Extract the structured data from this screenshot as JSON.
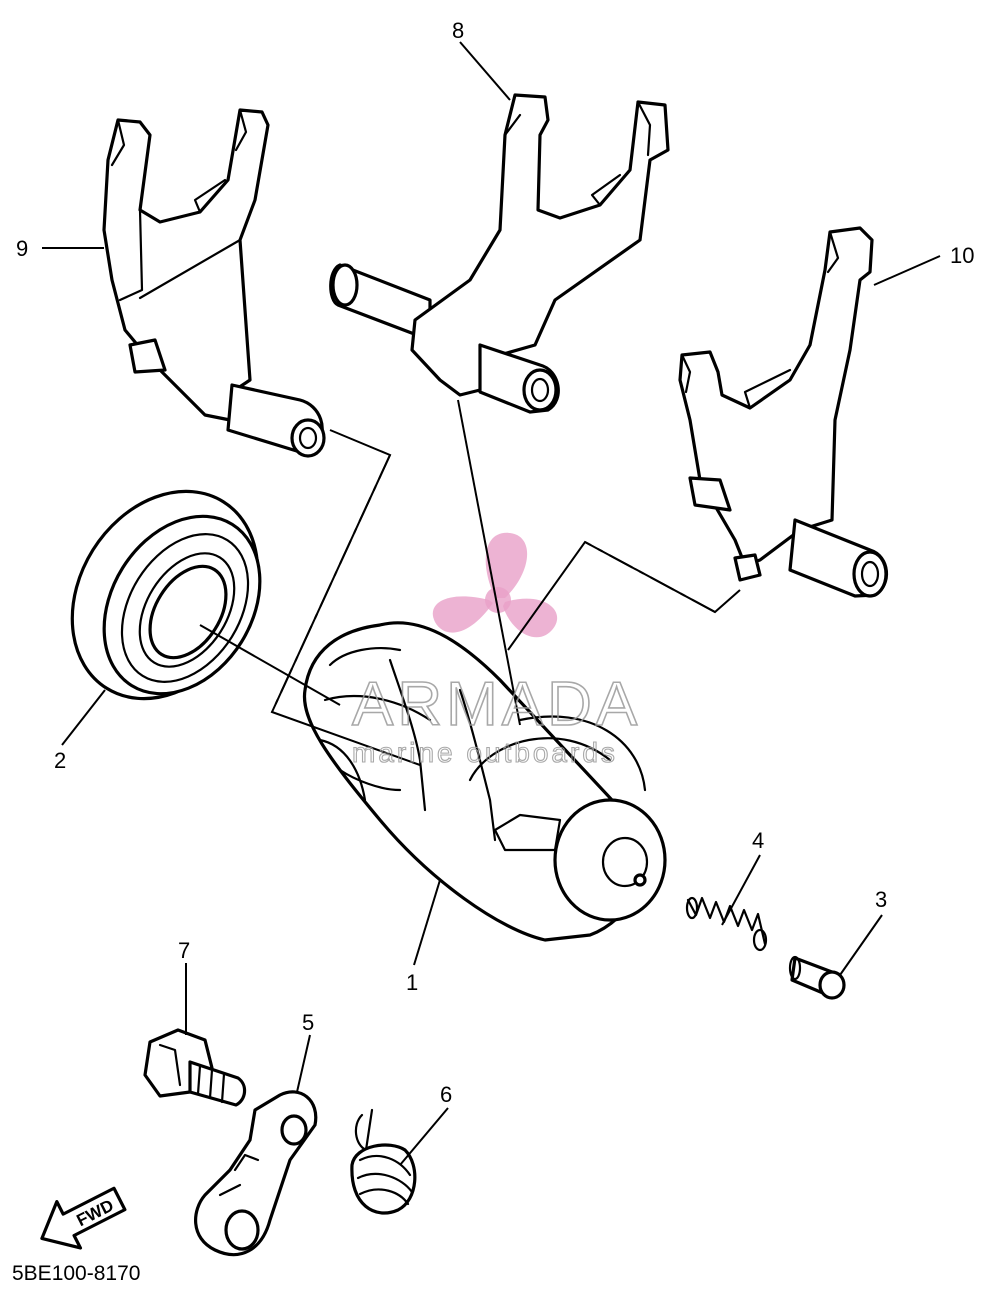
{
  "diagram": {
    "drawing_code": "5BE100-8170",
    "arrow_label": "FWD",
    "watermark": {
      "brand": "ARMADA",
      "subtitle": "marine outboards",
      "color": "#e8a0c8"
    },
    "callouts": [
      {
        "id": "1",
        "label": "1"
      },
      {
        "id": "2",
        "label": "2"
      },
      {
        "id": "3",
        "label": "3"
      },
      {
        "id": "4",
        "label": "4"
      },
      {
        "id": "5",
        "label": "5"
      },
      {
        "id": "6",
        "label": "6"
      },
      {
        "id": "7",
        "label": "7"
      },
      {
        "id": "8",
        "label": "8"
      },
      {
        "id": "9",
        "label": "9"
      },
      {
        "id": "10",
        "label": "10"
      }
    ]
  }
}
